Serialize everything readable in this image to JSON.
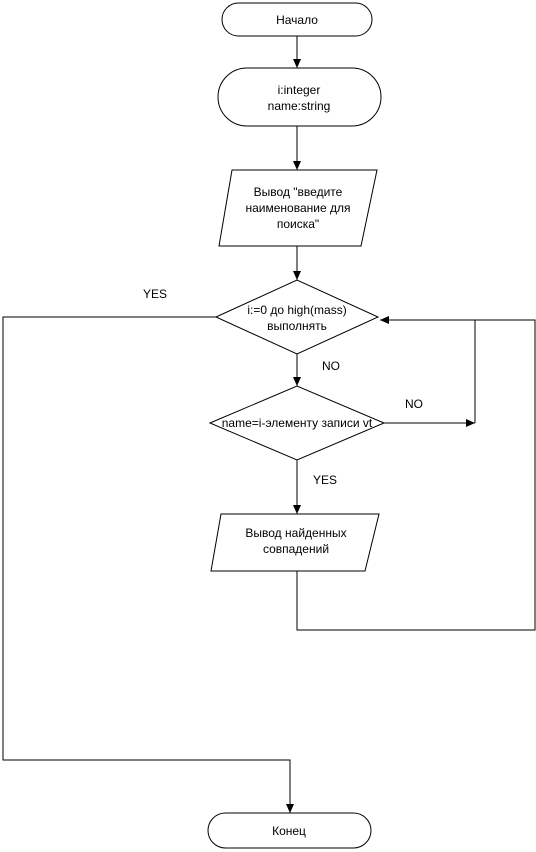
{
  "flowchart": {
    "start": {
      "text": "Начало"
    },
    "declare": {
      "lines": [
        "i:integer",
        "name:string"
      ]
    },
    "input_prompt": {
      "lines": [
        "Вывод \"введите",
        "наименование для",
        "поиска\""
      ]
    },
    "loop": {
      "lines": [
        "i:=0 до high(mass)",
        "выполнять"
      ]
    },
    "condition": {
      "text": "name=i-элементу записи vt"
    },
    "output_found": {
      "lines": [
        "Вывод найденных",
        "совпадений"
      ]
    },
    "end": {
      "text": "Конец"
    },
    "labels": {
      "loop_yes": "YES",
      "loop_no": "NO",
      "cond_no": "NO",
      "cond_yes": "YES"
    }
  }
}
